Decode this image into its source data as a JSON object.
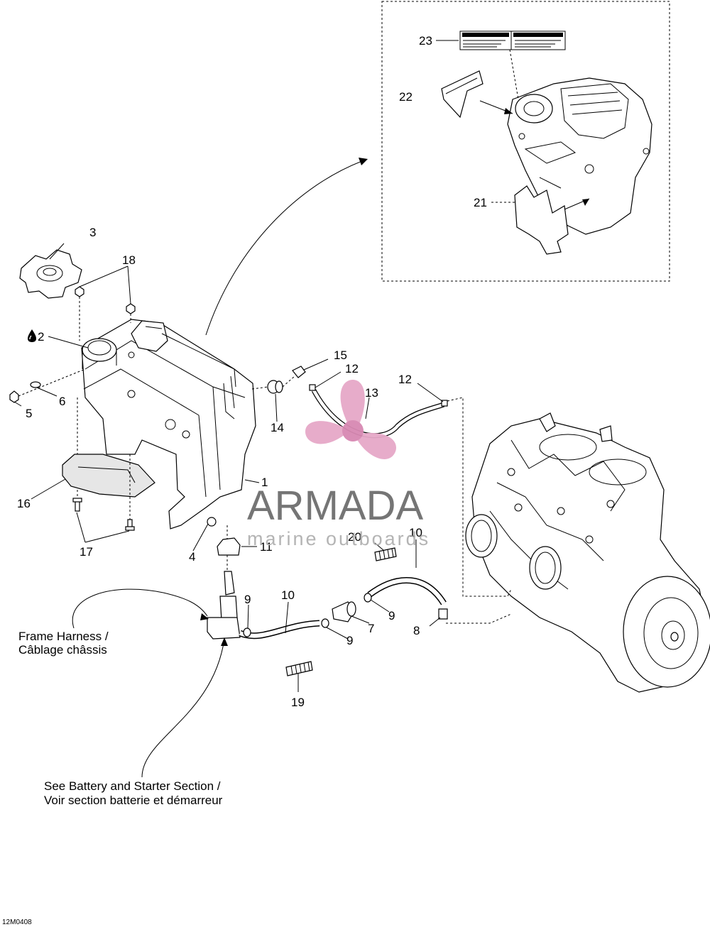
{
  "callouts": [
    {
      "id": "c1",
      "text": "1"
    },
    {
      "id": "c2",
      "text": "2"
    },
    {
      "id": "c3",
      "text": "3"
    },
    {
      "id": "c4",
      "text": "4"
    },
    {
      "id": "c5",
      "text": "5"
    },
    {
      "id": "c6",
      "text": "6"
    },
    {
      "id": "c7",
      "text": "7"
    },
    {
      "id": "c8",
      "text": "8"
    },
    {
      "id": "c9a",
      "text": "9"
    },
    {
      "id": "c9b",
      "text": "9"
    },
    {
      "id": "c9c",
      "text": "9"
    },
    {
      "id": "c10a",
      "text": "10"
    },
    {
      "id": "c10b",
      "text": "10"
    },
    {
      "id": "c11",
      "text": "11"
    },
    {
      "id": "c12a",
      "text": "12"
    },
    {
      "id": "c12b",
      "text": "12"
    },
    {
      "id": "c13",
      "text": "13"
    },
    {
      "id": "c14",
      "text": "14"
    },
    {
      "id": "c15",
      "text": "15"
    },
    {
      "id": "c16",
      "text": "16"
    },
    {
      "id": "c17",
      "text": "17"
    },
    {
      "id": "c18",
      "text": "18"
    },
    {
      "id": "c19",
      "text": "19"
    },
    {
      "id": "c20",
      "text": "20"
    },
    {
      "id": "c21",
      "text": "21"
    },
    {
      "id": "c22",
      "text": "22"
    },
    {
      "id": "c23",
      "text": "23"
    }
  ],
  "notes": {
    "frame_harness_en": "Frame Harness /",
    "frame_harness_fr": "Câblage châssis",
    "battery_en": "See Battery and Starter Section /",
    "battery_fr": "Voir section batterie et démarreur"
  },
  "oil_symbol": "oil-drop-icon",
  "drawing_number": "12M0408",
  "watermark": {
    "title": "ARMADA",
    "subtitle": "marine outboards",
    "logo_color": "#e6a8c8",
    "text_color": "#6e6e6e"
  },
  "inset_label_titles": [
    "WARNING",
    "ATTENTION"
  ]
}
